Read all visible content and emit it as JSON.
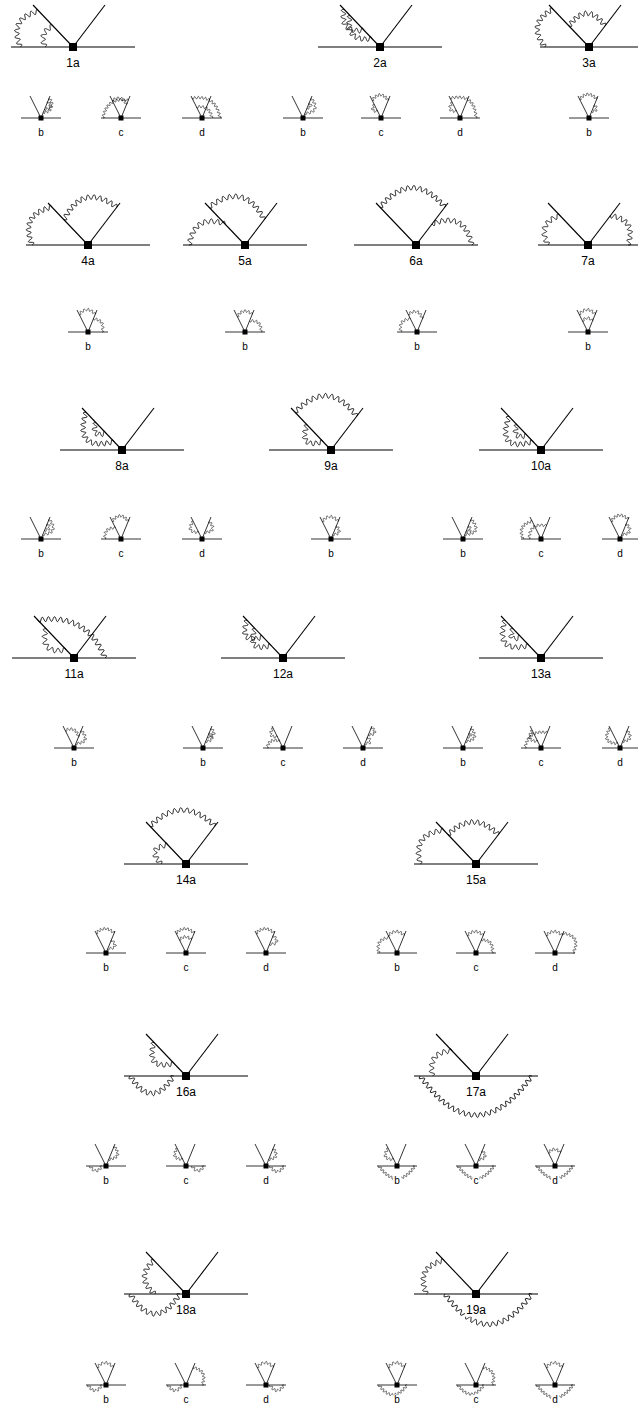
{
  "diagram": {
    "labels": [
      "1a",
      "2a",
      "3a",
      "b",
      "c",
      "d",
      "b",
      "c",
      "d",
      "b",
      "4a",
      "5a",
      "6a",
      "7a",
      "b",
      "b",
      "b",
      "b",
      "8a",
      "b",
      "c",
      "d",
      "9a",
      "b",
      "10a",
      "b",
      "c",
      "d",
      "11a",
      "b",
      "12a",
      "b",
      "c",
      "d",
      "13a",
      "b",
      "c",
      "d",
      "14a",
      "b",
      "c",
      "d",
      "15a",
      "b",
      "c",
      "d",
      "16a",
      "17a",
      "b",
      "c",
      "d",
      "b",
      "c",
      "d",
      "18a",
      "19a",
      "b",
      "c",
      "d",
      "b",
      "c",
      "d"
    ]
  }
}
